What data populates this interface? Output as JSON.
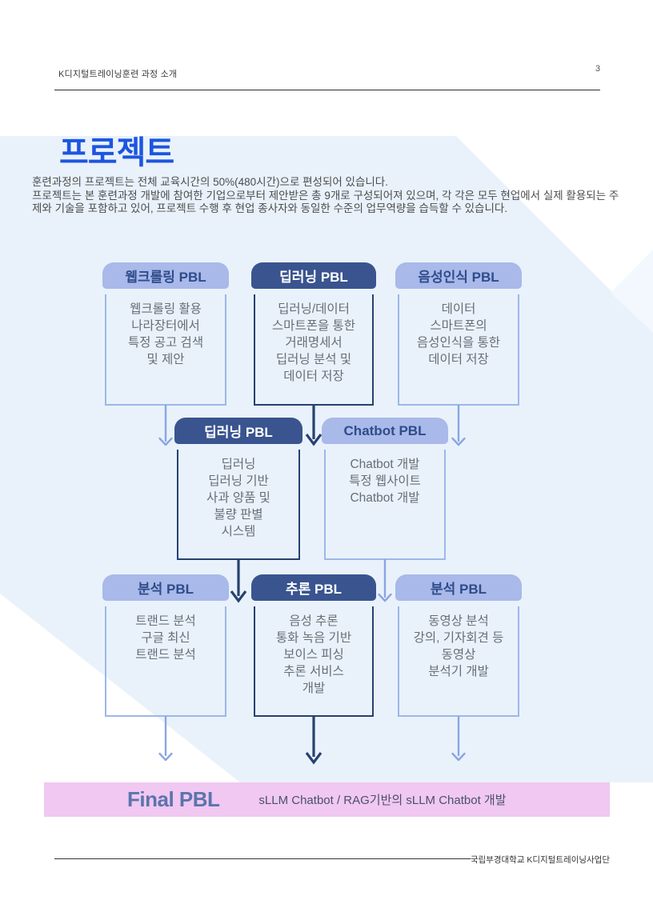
{
  "page_header": {
    "title": "K디지털트레이닝훈련 과정 소개",
    "page_number": "3"
  },
  "title": "프로젝트",
  "intro": {
    "p1": "훈련과정의 프로젝트는 전체 교육시간의 50%(480시간)으로 편성되어 있습니다.",
    "p2": "프로젝트는 본 훈련과정 개발에 참여한 기업으로부터 제안받은 총 9개로 구성되어져 있으며, 각 각은 모두 현업에서 실제 활용되는 주제와 기술을 포함하고 있어, 프로젝트 수행 후 현업 종사자와 동일한 수준의 업무역량을 습득할 수 있습니다."
  },
  "flowchart": {
    "boxes": [
      {
        "title": "웹크롤링 PBL",
        "variant": "light",
        "lines": [
          "웹크롤링 활용",
          "나라장터에서",
          "특정 공고 검색",
          "및 제안"
        ]
      },
      {
        "title": "딥러닝 PBL",
        "variant": "dark",
        "lines": [
          "딥러닝/데이터",
          "스마트폰을 통한",
          "거래명세서",
          "딥러닝 분석 및",
          "데이터 저장"
        ]
      },
      {
        "title": "음성인식 PBL",
        "variant": "light",
        "lines": [
          "데이터",
          "스마트폰의",
          "음성인식을 통한",
          "데이터 저장"
        ]
      },
      {
        "title": "딥러닝 PBL",
        "variant": "dark",
        "lines": [
          "딥러닝",
          "딥러닝 기반",
          "사과 양품 및",
          "불량 판별",
          "시스템"
        ]
      },
      {
        "title": "Chatbot PBL",
        "variant": "light",
        "lines": [
          "Chatbot 개발",
          "특정 웹사이트",
          "Chatbot 개발"
        ]
      },
      {
        "title": "분석 PBL",
        "variant": "light",
        "lines": [
          "트랜드 분석",
          "구글 최신",
          "트랜드 분석"
        ]
      },
      {
        "title": "추론 PBL",
        "variant": "dark",
        "lines": [
          "음성 추론",
          "통화 녹음 기반",
          "보이스 피싱",
          "추론 서비스",
          "개발"
        ]
      },
      {
        "title": "분석 PBL",
        "variant": "light",
        "lines": [
          "동영상 분석",
          "강의, 기자회견 등",
          "동영상",
          "분석기 개발"
        ]
      }
    ],
    "final": {
      "title": "Final PBL",
      "description": "sLLM Chatbot / RAG기반의 sLLM Chatbot 개발"
    }
  },
  "footer": {
    "text": "국립부경대학교 K디지털트레이닝사업단"
  },
  "colors": {
    "title_blue": "#1d55e0",
    "light_header_fill": "#a9b9e9",
    "light_header_text": "#2f4c8c",
    "dark_header_fill": "#39548f",
    "light_border": "#9db7e8",
    "dark_border": "#27416f",
    "background_band": "#e9f2fb",
    "final_bar_pink": "#f0c8f1",
    "final_title_blue": "#5b74ad"
  }
}
